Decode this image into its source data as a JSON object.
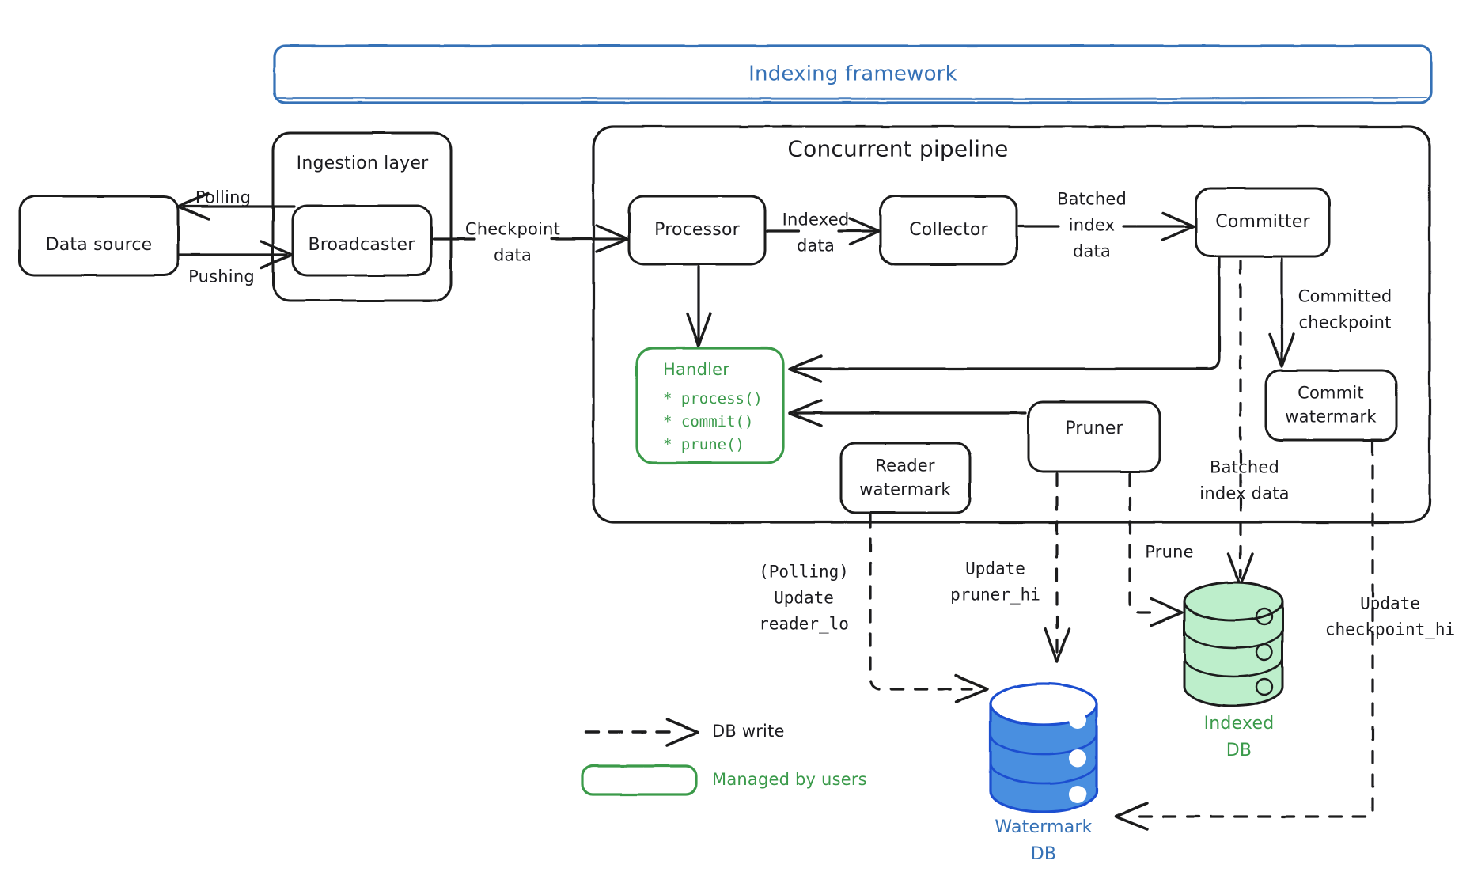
{
  "diagram": {
    "title": "Indexing framework",
    "accent_blue": "#3571b6",
    "accent_green": "#3a9a4a",
    "stroke": "#1b1b1f",
    "db_blue_fill": "#4a8fe0",
    "db_green_fill": "#bdeecb"
  },
  "containers": {
    "framework": {
      "label": "Indexing framework"
    },
    "ingestion": {
      "label": "Ingestion layer"
    },
    "pipeline": {
      "label": "Concurrent pipeline"
    }
  },
  "nodes": {
    "data_source": {
      "label": "Data source"
    },
    "broadcaster": {
      "label": "Broadcaster"
    },
    "processor": {
      "label": "Processor"
    },
    "collector": {
      "label": "Collector"
    },
    "committer": {
      "label": "Committer"
    },
    "commit_watermark": {
      "line1": "Commit",
      "line2": "watermark"
    },
    "reader_watermark": {
      "line1": "Reader",
      "line2": "watermark"
    },
    "pruner": {
      "label": "Pruner"
    },
    "handler": {
      "title": "Handler",
      "methods": [
        "* process()",
        "* commit()",
        "* prune()"
      ]
    }
  },
  "databases": {
    "watermark_db": {
      "line1": "Watermark",
      "line2": "DB",
      "color": "#2f6fd0"
    },
    "indexed_db": {
      "line1": "Indexed",
      "line2": "DB",
      "color": "#3a9a4a"
    }
  },
  "edge_labels": {
    "polling": "Polling",
    "pushing": "Pushing",
    "checkpoint_data": {
      "line1": "Checkpoint",
      "line2": "data"
    },
    "indexed_data": {
      "line1": "Indexed",
      "line2": "data"
    },
    "batched_index_data": {
      "line1": "Batched",
      "line2": "index",
      "line3": "data"
    },
    "committed_checkpoint": {
      "line1": "Committed",
      "line2": "checkpoint"
    },
    "batched_index_data_db": {
      "line1": "Batched",
      "line2": "index data"
    },
    "polling_update_reader_lo": {
      "line1": "(Polling)",
      "line2": "Update",
      "line3": "reader_lo"
    },
    "update_pruner_hi": {
      "line1": "Update",
      "line2": "pruner_hi"
    },
    "prune": "Prune",
    "update_checkpoint_hi": {
      "line1": "Update",
      "line2": "checkpoint_hi"
    }
  },
  "legend": {
    "db_write": "DB write",
    "managed_by_users": "Managed by users"
  }
}
